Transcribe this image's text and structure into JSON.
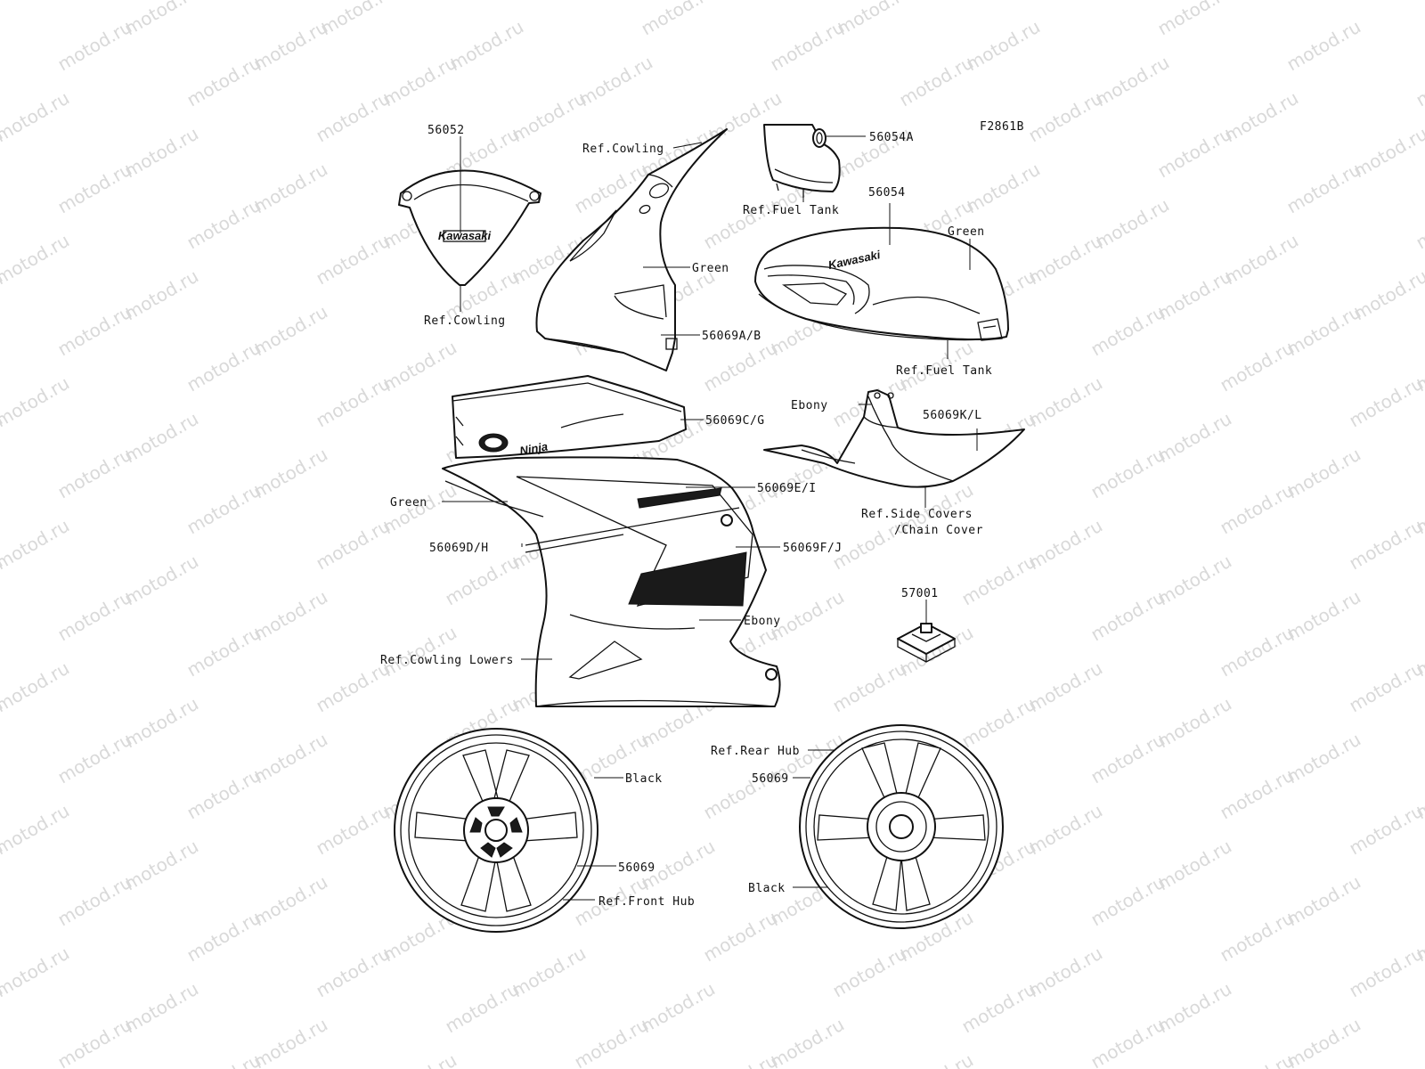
{
  "watermark": {
    "text": "motod.ru",
    "color": "#d9d9d9"
  },
  "figure_code": "F2861B",
  "logos": {
    "windshield": "Kawasaki",
    "tank": "Kawasaki",
    "fairing": "Ninja"
  },
  "labels": {
    "windshield_part": "56052",
    "windshield_ref": "Ref.Cowling",
    "upper_cowl_ref": "Ref.Cowling",
    "upper_cowl_color": "Green",
    "upper_cowl_part": "56069A/B",
    "tank_cap_part": "56054A",
    "tank_front_ref": "Ref.Fuel Tank",
    "tank_part": "56054",
    "tank_color": "Green",
    "tank_ref": "Ref.Fuel Tank",
    "side_part_cg": "56069C/G",
    "side_color_green": "Green",
    "side_part_ei": "56069E/I",
    "side_part_dh": "56069D/H",
    "side_part_fj": "56069F/J",
    "side_color_ebony": "Ebony",
    "side_ref": "Ref.Cowling Lowers",
    "cover_color": "Ebony",
    "cover_part": "56069K/L",
    "cover_ref_1": "Ref.Side Covers",
    "cover_ref_2": "/Chain Cover",
    "clip_part": "57001",
    "front_wheel_color": "Black",
    "front_wheel_part": "56069",
    "front_wheel_ref": "Ref.Front Hub",
    "rear_wheel_ref": "Ref.Rear Hub",
    "rear_wheel_part": "56069",
    "rear_wheel_color": "Black"
  }
}
